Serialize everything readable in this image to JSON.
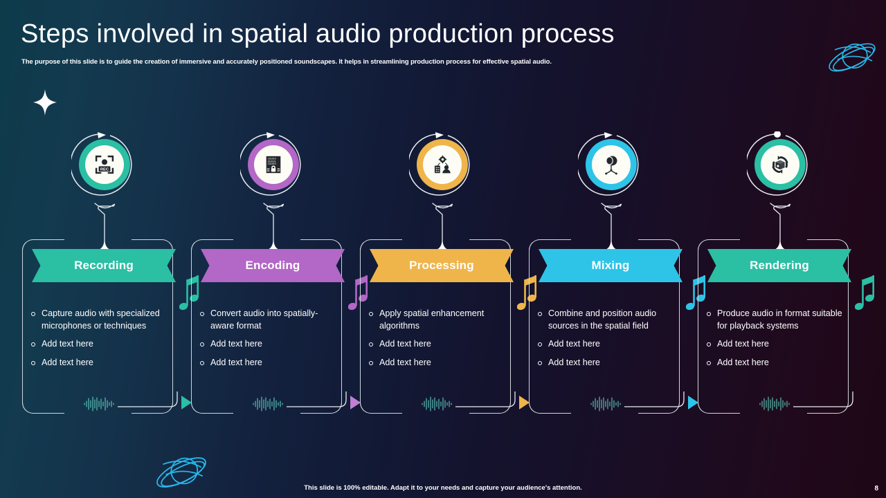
{
  "slide": {
    "title": "Steps involved in spatial audio production process",
    "subtitle": "The purpose of this slide is to guide the creation of immersive and accurately positioned soundscapes. It helps in streamlining production process for effective spatial audio.",
    "footer_note": "This slide is 100% editable. Adapt it to your needs and capture your audience's attention.",
    "page_number": "8",
    "background_gradient": [
      "#0d3b4a",
      "#14213f",
      "#1e0716"
    ],
    "decorations": [
      {
        "name": "sparkle-top-left",
        "color": "#ffffff"
      },
      {
        "name": "planet-top-right",
        "color": "#29b6e8"
      },
      {
        "name": "planet-bottom-left",
        "color": "#29b6e8"
      }
    ]
  },
  "steps": [
    {
      "label": "Recording",
      "color": "#2bbfa4",
      "icon": "rec-camera-icon",
      "orbit_marker": "arrow",
      "bullets": [
        "Capture audio with specialized microphones or techniques",
        "Add text here",
        "Add text here"
      ]
    },
    {
      "label": "Encoding",
      "color": "#b367c6",
      "icon": "binary-lock-icon",
      "orbit_marker": "arrow",
      "bullets": [
        "Convert audio into spatially-aware format",
        "Add text here",
        "Add text here"
      ]
    },
    {
      "label": "Processing",
      "color": "#efb54b",
      "icon": "gear-person-clipboard-icon",
      "orbit_marker": "arrow",
      "bullets": [
        "Apply spatial enhancement algorithms",
        "Add text here",
        "Add text here"
      ]
    },
    {
      "label": "Mixing",
      "color": "#2ec4e8",
      "icon": "studio-microphone-icon",
      "orbit_marker": "arrow",
      "bullets": [
        "Combine and position audio sources in the spatial field",
        "Add text here",
        "Add text here"
      ]
    },
    {
      "label": "Rendering",
      "color": "#2bbfa4",
      "icon": "render-box-refresh-icon",
      "orbit_marker": "dot",
      "bullets": [
        "Produce audio in format suitable for playback systems",
        "Add text here",
        "Add text here"
      ]
    }
  ]
}
